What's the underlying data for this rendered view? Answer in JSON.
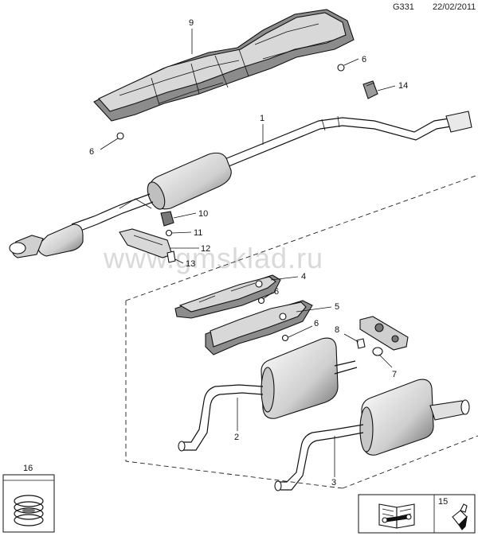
{
  "header": {
    "code": "G331",
    "date": "22/02/2011"
  },
  "watermark": "www.gmsklad.ru",
  "callouts": [
    "1",
    "2",
    "3",
    "4",
    "5",
    "6",
    "7",
    "8",
    "9",
    "10",
    "11",
    "12",
    "13",
    "14",
    "15",
    "16"
  ],
  "colors": {
    "line": "#111111",
    "shade": "#7a7a7a",
    "light": "#e8e8e8",
    "watermark": "#d9d9d9"
  },
  "icons": [
    "manual-book-icon",
    "wrench-icon",
    "sealant-tube-icon",
    "spring-clamp-icon"
  ]
}
